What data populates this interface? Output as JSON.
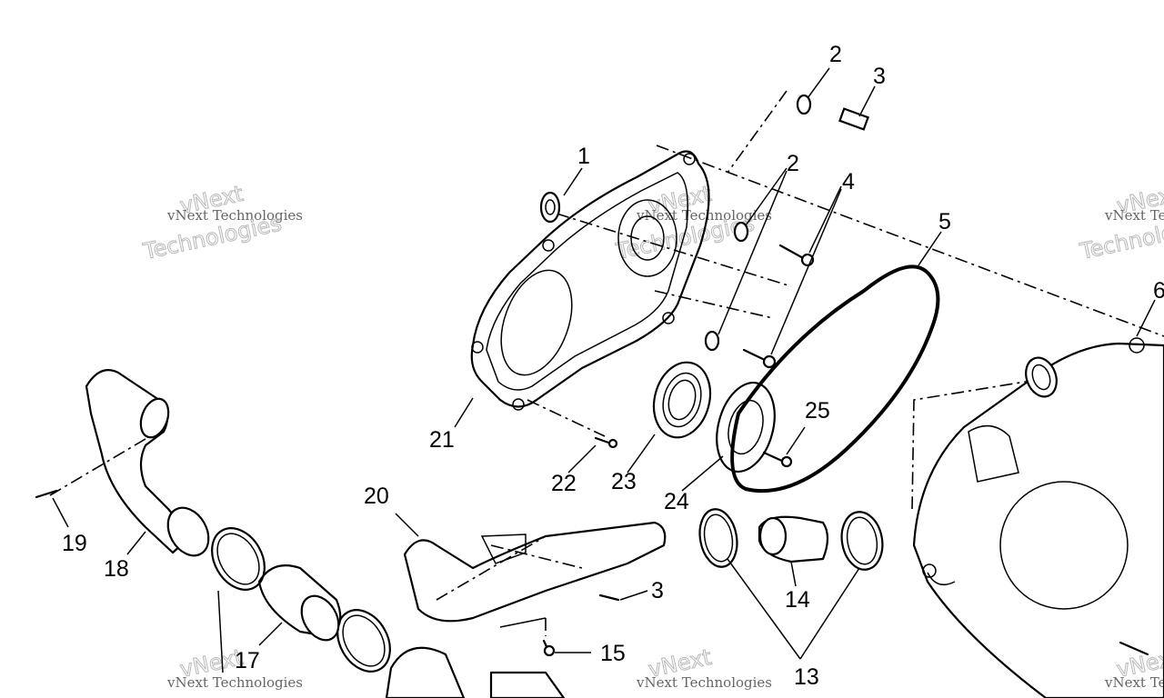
{
  "watermark": {
    "small": "vNext Technologies",
    "brand": "vNext",
    "tech": "Technologies"
  },
  "callouts": {
    "c1": "1",
    "c2a": "2",
    "c2b": "2",
    "c3a": "3",
    "c3b": "3",
    "c4": "4",
    "c5": "5",
    "c6": "6",
    "c13": "13",
    "c14": "14",
    "c15": "15",
    "c17": "17",
    "c18": "18",
    "c19": "19",
    "c20": "20",
    "c21": "21",
    "c22": "22",
    "c23": "23",
    "c24": "24",
    "c25": "25"
  }
}
